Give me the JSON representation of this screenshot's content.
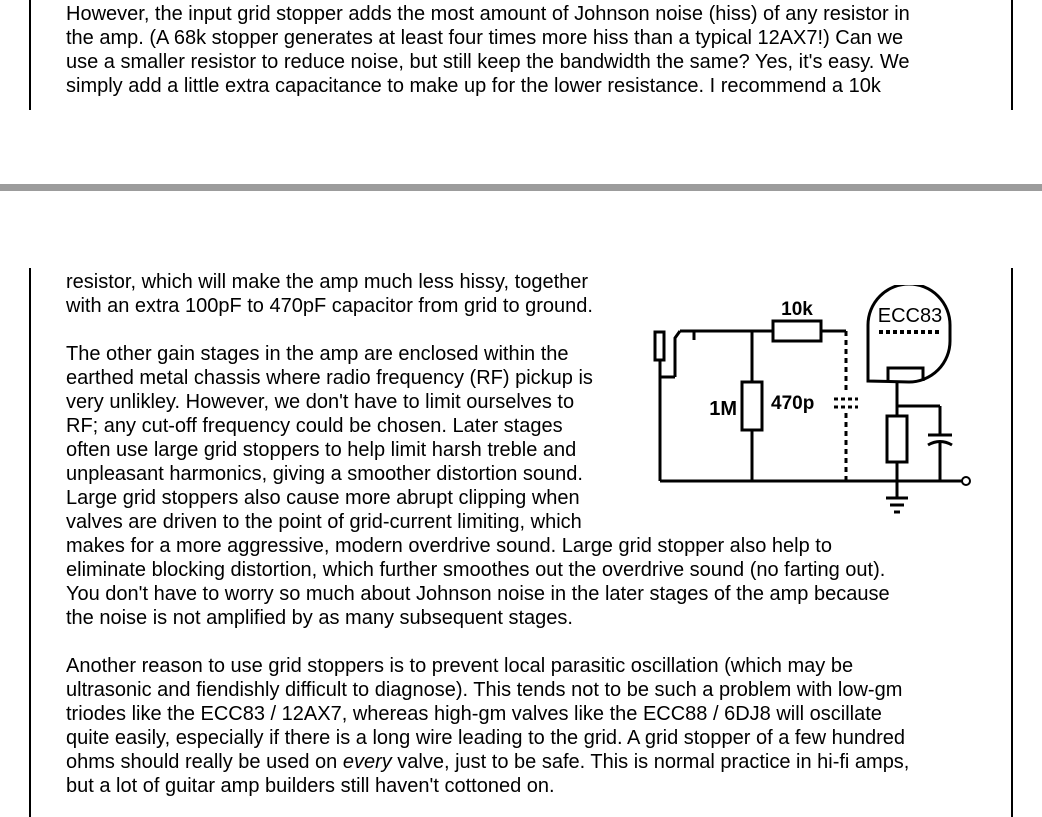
{
  "top_section": {
    "lines": [
      "However, the input grid stopper adds the most amount of Johnson noise (hiss) of any resistor in",
      "the amp. (A 68k stopper generates at least four times more hiss than a typical 12AX7!) Can we",
      "use a smaller resistor to reduce noise, but still keep the bandwidth the same? Yes, it's easy. We",
      "simply add a little extra capacitance to make up for the lower resistance. I recommend a 10k"
    ]
  },
  "bottom_section": {
    "para1_lines": [
      "resistor, which will make the amp much less hissy, together",
      "with an extra 100pF to 470pF capacitor from grid to ground."
    ],
    "para2_lines": [
      "The other gain stages in the amp are enclosed within the",
      "earthed metal chassis where radio frequency (RF) pickup is",
      "very unlikley. However, we don't have to limit ourselves to",
      "RF; any cut-off frequency could be chosen. Later stages",
      "often use large grid stoppers to help limit harsh treble and",
      "unpleasant harmonics, giving a smoother distortion sound.",
      "Large grid stoppers also cause more abrupt clipping when",
      "valves are driven to the point of grid-current limiting, which",
      "makes for a more aggressive, modern overdrive sound. Large grid stopper also help to",
      "eliminate blocking distortion, which further smoothes out the overdrive sound (no farting out).",
      "You don't have to worry so much about Johnson noise in the later stages of the amp because",
      "the noise is not amplified by as many subsequent stages."
    ],
    "para3_lines": [
      "Another reason to use grid stoppers is to prevent local parasitic oscillation (which may be",
      "ultrasonic and fiendishly difficult to diagnose). This tends not to be such a problem with low-gm",
      "triodes like the ECC83 / 12AX7, whereas high-gm valves like the ECC88 / 6DJ8 will oscillate",
      "quite easily, especially if there is a long wire leading to the grid. A grid stopper of a few hundred"
    ],
    "para3_line5_pre": "ohms should really be used on ",
    "para3_line5_em": "every",
    "para3_line5_post": " valve, just to be safe. This is normal practice in hi-fi amps,",
    "para3_line6": "but a lot of guitar amp builders still haven't cottoned on."
  },
  "schematic": {
    "resistor_stopper_label": "10k",
    "tube_label": "ECC83",
    "grid_leak_label": "1M",
    "capacitor_label": "470p"
  }
}
